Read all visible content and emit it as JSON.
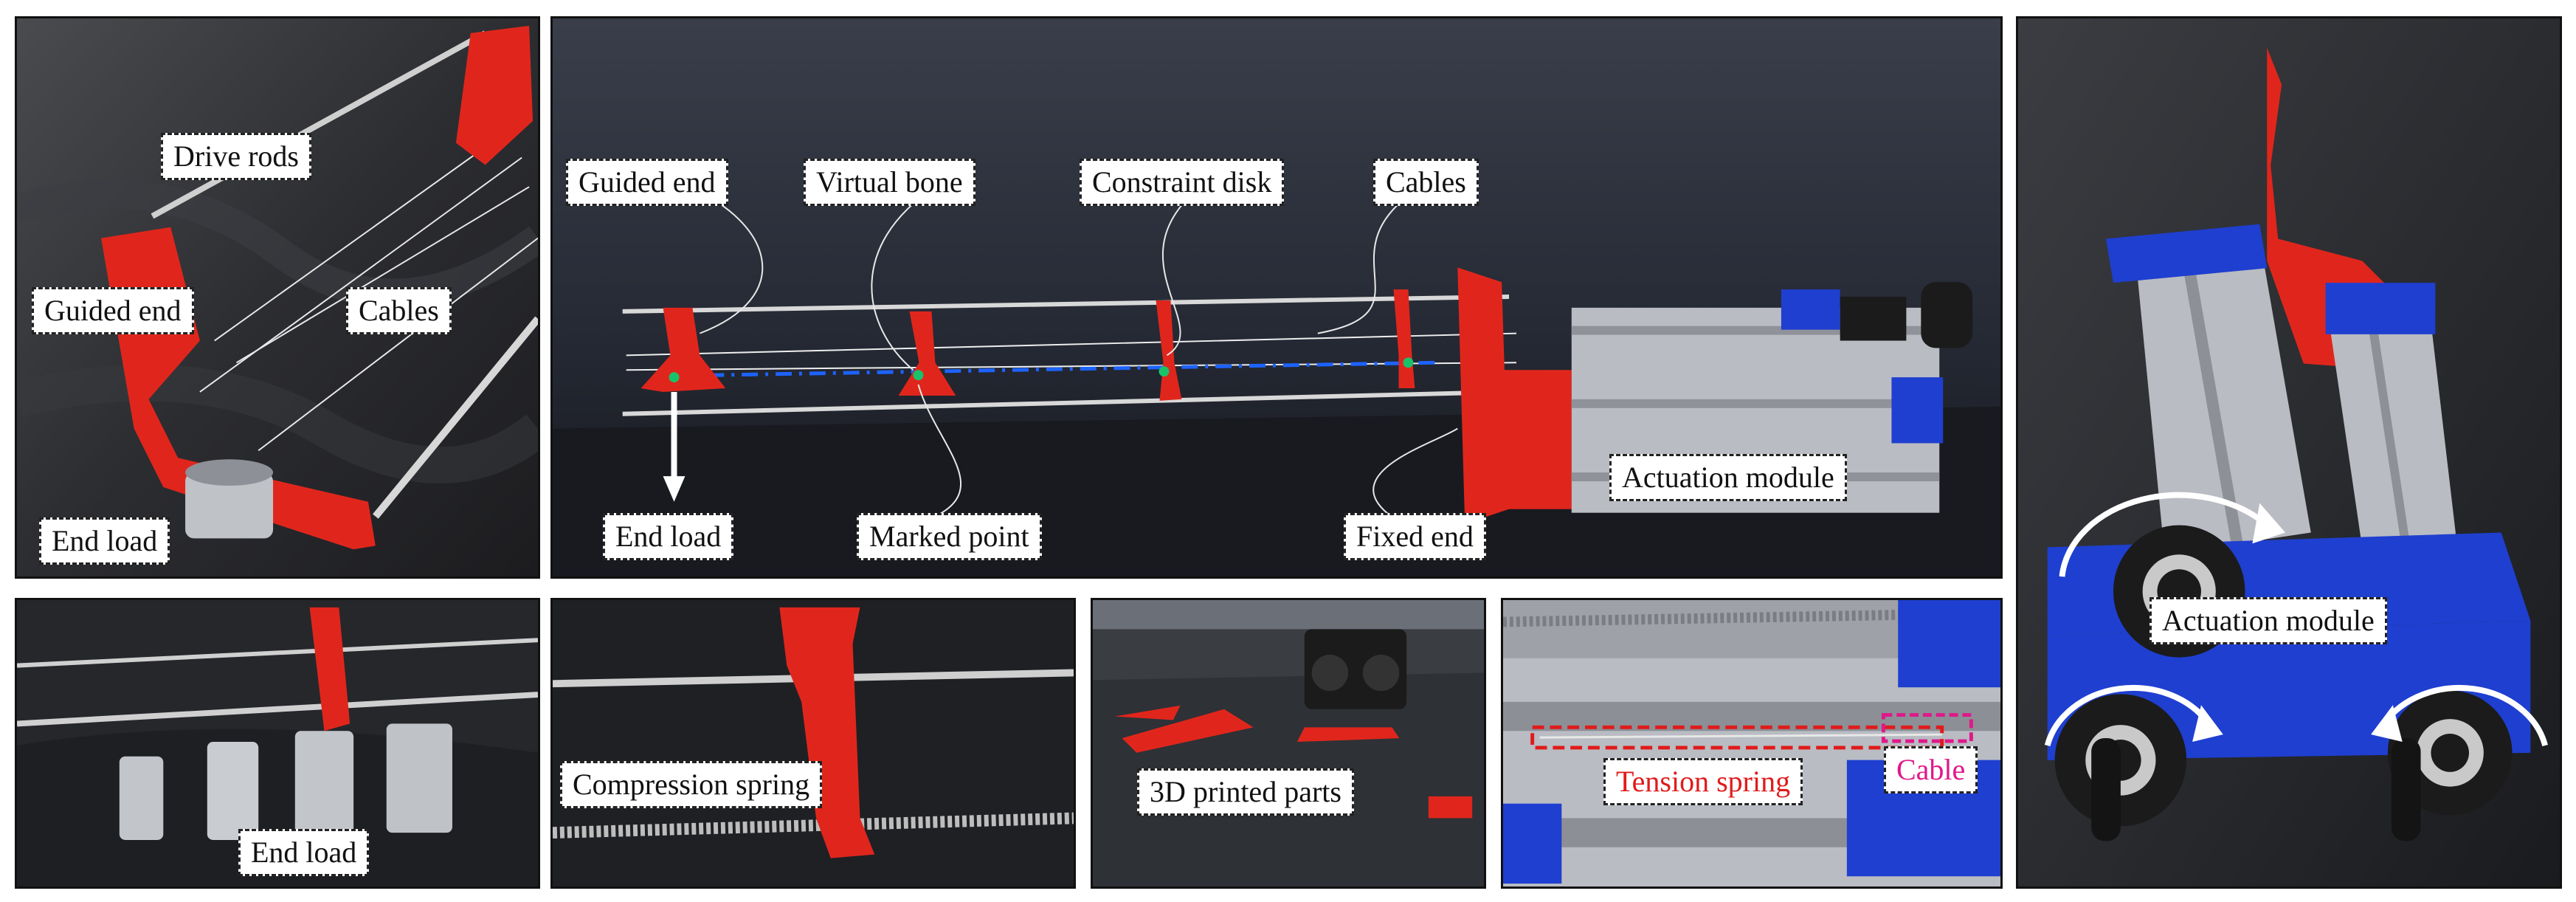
{
  "panels": {
    "top_left": {
      "labels": {
        "drive_rods": "Drive rods",
        "guided_end": "Guided end",
        "cables": "Cables",
        "end_load": "End load"
      }
    },
    "top_center": {
      "labels": {
        "guided_end": "Guided end",
        "virtual_bone": "Virtual bone",
        "constraint_disk": "Constraint disk",
        "cables": "Cables",
        "actuation_module": "Actuation module",
        "end_load": "End load",
        "marked_point": "Marked point",
        "fixed_end": "Fixed end"
      }
    },
    "right": {
      "labels": {
        "actuation_module": "Actuation module"
      }
    },
    "bottom_1": {
      "labels": {
        "end_load": "End load"
      }
    },
    "bottom_2": {
      "labels": {
        "compression_spring": "Compression spring"
      }
    },
    "bottom_3": {
      "labels": {
        "printed_parts": "3D printed parts"
      }
    },
    "bottom_4": {
      "labels": {
        "tension_spring": "Tension spring",
        "cable": "Cable"
      }
    }
  },
  "colors": {
    "part_red": "#e0261c",
    "part_blue": "#1f3fd0",
    "aluminum": "#b9bcc2",
    "label_red": "#e01b1b",
    "label_magenta": "#e0188a",
    "dashed_line_blue": "#1d63ff",
    "marker_green": "#19c26a"
  }
}
